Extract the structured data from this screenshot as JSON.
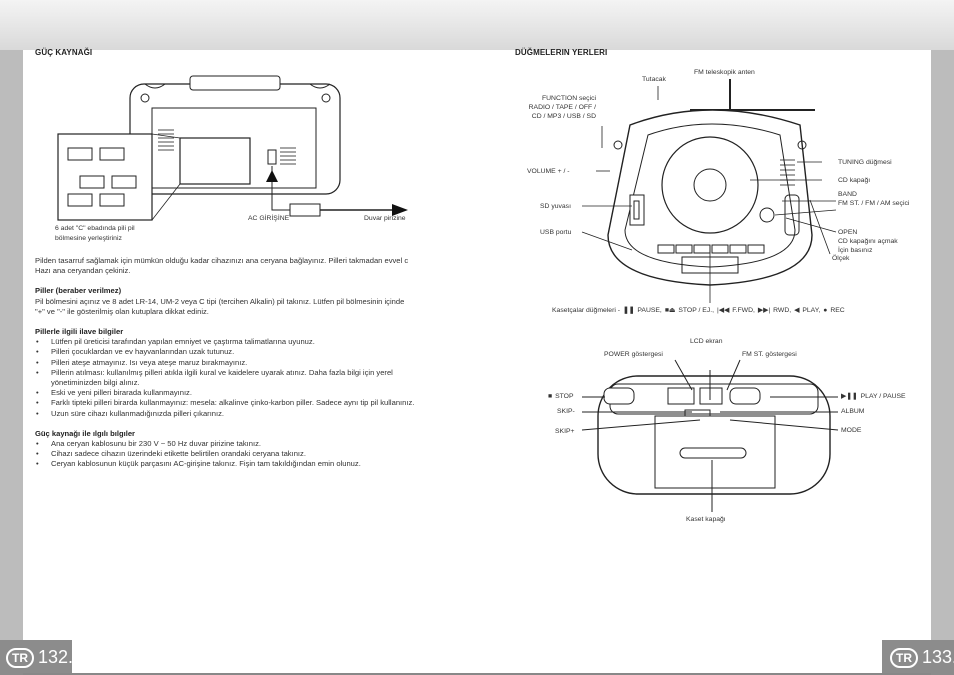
{
  "left_page": {
    "heading": "GÜÇ KAYNAĞI",
    "fig_labels": {
      "battery_caption_1": "6 adet \"C\" ebadında pili pil",
      "battery_caption_2": "bölmesine yerleştiriniz",
      "ac_input": "AC GİRİŞİNE",
      "wall_outlet": "Duvar pirizine"
    },
    "intro": "Pilden tasarruf sağlamak için mümkün olduğu kadar cihazınızı ana ceryana bağlayınız. Pilleri takmadan evvel c Hazı ana ceryandan çekiniz.",
    "batteries_title": "Piller (beraber verilmez)",
    "batteries_text": "Pil bölmesini açınız ve 8 adet LR-14, UM-2 veya C tipi (tercihen Alkalin) pil takınız. Lütfen pil bölmesinin içinde \"+\" ve \"-\" ile gösterilmiş olan kutuplara dikkat ediniz.",
    "extra_title": "Pillerle ilgili ilave bilgiler",
    "extra_items": [
      "Lütfen pil üreticisi tarafından yapılan emniyet ve çaştırma talimatlarına uyunuz.",
      "Pilleri çocuklardan ve ev hayvanlarından uzak tutunuz.",
      "Pilleri ateşe atmayınız. Isı veya ateşe maruz bırakmayınız.",
      "Pillerin atılması: kullanılmış pilleri atıkla ilgili kural ve kaidelere uyarak atınız. Daha fazla bilgi için yerel yönetiminizden bilgi alınız.",
      "Eski ve yeni pilleri birarada kullanmayınız.",
      "Farklı tipteki pilleri birarda kullanmayınız: mesela: alkalinve çinko-karbon piller. Sadece aynı tip pil kullanınız.",
      "Uzun süre cihazı kullanmadığınızda pilleri çıkarınız."
    ],
    "power_title": "Güç kaynağı ile ılgılı bılgıler",
    "power_items": [
      "Ana ceryan kablosunu bir 230 V ~ 50 Hz duvar pirizine takınız.",
      "Cihazı sadece cihazın üzerindeki etikette belirtilen orandaki ceryana takınız.",
      "Ceryan kablosunun küçük parçasını AC-girişine takınız. Fişin tam takıldığından emin olunuz."
    ],
    "page_badge": "TR",
    "page_number": "132."
  },
  "right_page": {
    "heading": "DÜĞMELERIN YERLERI",
    "front": {
      "handle": "Tutacak",
      "antenna": "FM teleskopik anten",
      "function_1": "FUNCTION seçici",
      "function_2": "RADIO / TAPE / OFF /",
      "function_3": "CD / MP3 / USB / SD",
      "volume": "VOLUME + / -",
      "sd_slot": "SD yuvası",
      "usb_port": "USB portu",
      "tuning": "TUNING düğmesi",
      "cd_cover": "CD kapağı",
      "band_1": "BAND",
      "band_2": "FM ST. / FM / AM seçici",
      "open_1": "OPEN",
      "open_2": "CD kapağını açmak",
      "open_3": "İçin basınız",
      "scale": "Ölçek",
      "cassette_prefix": "Kasetçalar düğmeleri -",
      "pause": "PAUSE,",
      "stop_ej": "STOP / EJ.,",
      "ffwd": "F.FWD,",
      "rwd": "RWD,",
      "play": "PLAY,",
      "rec": "REC"
    },
    "top": {
      "lcd": "LCD ekran",
      "power_ind": "POWER göstergesi",
      "fm_st_ind": "FM ST. göstergesi",
      "stop": "STOP",
      "skip_minus": "SKIP-",
      "skip_plus": "SKIP+",
      "play_pause": "PLAY / PAUSE",
      "album": "ALBUM",
      "mode": "MODE",
      "tape_door": "Kaset kapağı"
    },
    "page_badge": "TR",
    "page_number": "133."
  }
}
